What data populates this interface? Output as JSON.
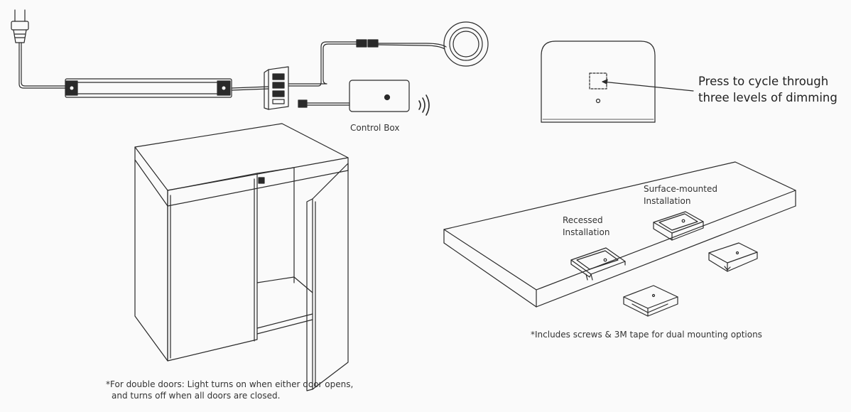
{
  "control_box_label": "Control Box",
  "dimming_note": {
    "line1": "Press to cycle through",
    "line2": "three levels of dimming"
  },
  "recessed_label": {
    "line1": "Recessed",
    "line2": "Installation"
  },
  "surface_label": {
    "line1": "Surface-mounted",
    "line2": "Installation"
  },
  "mounting_note": "*Includes screws & 3M tape for dual mounting options",
  "double_door_note": {
    "line1": "*For double doors: Light turns on when either door opens,",
    "line2": "and turns off when all doors are closed."
  },
  "colors": {
    "background": "#fafafa",
    "line": "#2a2a2a",
    "text": "#333333"
  }
}
